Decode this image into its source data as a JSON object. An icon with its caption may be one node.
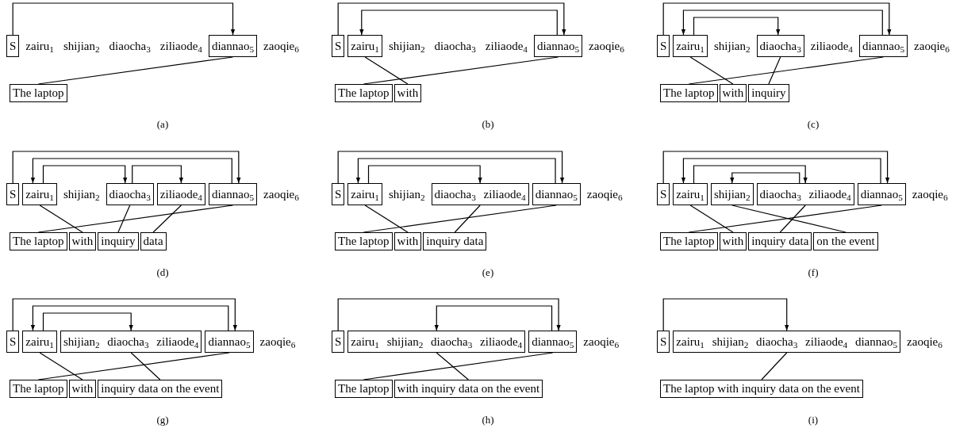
{
  "diagram": {
    "nodes": [
      {
        "text": [
          "S"
        ]
      },
      {
        "text": [
          "diannao$_{5}$"
        ]
      },
      {
        "text": [
          "The laptop"
        ]
      },
      {
        "text": [
          "S"
        ]
      },
      {
        "text": [
          "zairu$_{1}$"
        ]
      },
      {
        "text": [
          "diannao$_{5}$"
        ]
      },
      {
        "text": [
          "The laptop"
        ]
      },
      {
        "text": [
          "with"
        ]
      },
      {
        "text": [
          "S"
        ]
      },
      {
        "text": [
          "zairu$_{1}$"
        ]
      },
      {
        "text": [
          "diaocha$_{3}$"
        ]
      },
      {
        "text": [
          "diannao$_{5}$"
        ]
      },
      {
        "text": [
          "The laptop"
        ]
      },
      {
        "text": [
          "with"
        ]
      },
      {
        "text": [
          "inquiry"
        ]
      },
      {
        "text": [
          "S"
        ]
      },
      {
        "text": [
          "zairu$_{1}$"
        ]
      },
      {
        "text": [
          "diaocha$_{3}$"
        ]
      },
      {
        "text": [
          "ziliaode$_{4}$"
        ]
      },
      {
        "text": [
          "diannao$_{5}$"
        ]
      },
      {
        "text": [
          "The laptop"
        ]
      },
      {
        "text": [
          "with"
        ]
      },
      {
        "text": [
          "inquiry"
        ]
      },
      {
        "text": [
          "data"
        ]
      },
      {
        "text": [
          "S"
        ]
      },
      {
        "text": [
          "zairu$_{1}$"
        ]
      },
      {
        "text": [
          "diaocha$_{3}$ ziliaode$_{4}$"
        ]
      },
      {
        "text": [
          "diannao$_{5}$"
        ]
      },
      {
        "text": [
          "The laptop"
        ]
      },
      {
        "text": [
          "with"
        ]
      },
      {
        "text": [
          "inquiry data"
        ]
      },
      {
        "text": [
          "S"
        ]
      },
      {
        "text": [
          "zairu$_{1}$"
        ]
      },
      {
        "text": [
          "shijian$_{2}$"
        ]
      },
      {
        "text": [
          "diaocha$_{3}$ ziliaode$_{4}$"
        ]
      },
      {
        "text": [
          "diannao$_{5}$"
        ]
      },
      {
        "text": [
          "The laptop"
        ]
      },
      {
        "text": [
          "with"
        ]
      },
      {
        "text": [
          "inquiry data"
        ]
      },
      {
        "text": [
          "on the event"
        ]
      },
      {
        "text": [
          "S"
        ]
      },
      {
        "text": [
          "zairu$_{1}$"
        ]
      },
      {
        "text": [
          "shijian$_{2}$ diaocha$_{3}$ ziliaode$_{4}$"
        ]
      },
      {
        "text": [
          "diannao$_{5}$"
        ]
      },
      {
        "text": [
          "The laptop"
        ]
      },
      {
        "text": [
          "with"
        ]
      },
      {
        "text": [
          "inquiry data on the event"
        ]
      },
      {
        "text": [
          "S"
        ]
      },
      {
        "text": [
          "zairu$_{1}$ shijian$_{2}$ diaocha$_{3}$ ziliaode$_{4}$"
        ]
      },
      {
        "text": [
          "diannao$_{5}$"
        ]
      },
      {
        "text": [
          "The laptop"
        ]
      },
      {
        "text": [
          "with inquiry data on the event"
        ]
      },
      {
        "text": [
          "S"
        ]
      },
      {
        "text": [
          "zairu$_{1}$ shijian$_{2}$ diaocha$_{3}$ ziliaode$_{4}$ diannao$_{5}$"
        ]
      },
      {
        "text": [
          "The laptop with inquiry data on the event"
        ]
      }
    ],
    "edges": [
      {
        "from": 0,
        "to": 1,
        "arrow": "to"
      },
      {
        "from": 1,
        "to": 2,
        "arrow": "none"
      },
      {
        "from": 3,
        "to": 5,
        "arrow": "to"
      },
      {
        "from": 5,
        "to": 4,
        "arrow": "to"
      },
      {
        "from": 4,
        "to": 7,
        "arrow": "none"
      },
      {
        "from": 5,
        "to": 6,
        "arrow": "none"
      },
      {
        "from": 8,
        "to": 11,
        "arrow": "to"
      },
      {
        "from": 11,
        "to": 9,
        "arrow": "to"
      },
      {
        "from": 9,
        "to": 10,
        "arrow": "to"
      },
      {
        "from": 9,
        "to": 13,
        "arrow": "none"
      },
      {
        "from": 10,
        "to": 14,
        "arrow": "none"
      },
      {
        "from": 11,
        "to": 12,
        "arrow": "none"
      },
      {
        "from": 15,
        "to": 19,
        "arrow": "to"
      },
      {
        "from": 19,
        "to": 16,
        "arrow": "to"
      },
      {
        "from": 16,
        "to": 17,
        "arrow": "to"
      },
      {
        "from": 17,
        "to": 18,
        "arrow": "to"
      },
      {
        "from": 16,
        "to": 21,
        "arrow": "none"
      },
      {
        "from": 17,
        "to": 22,
        "arrow": "none"
      },
      {
        "from": 18,
        "to": 23,
        "arrow": "none"
      },
      {
        "from": 19,
        "to": 20,
        "arrow": "none"
      },
      {
        "from": 24,
        "to": 27,
        "arrow": "to"
      },
      {
        "from": 27,
        "to": 25,
        "arrow": "to"
      },
      {
        "from": 25,
        "to": 26,
        "arrow": "to"
      },
      {
        "from": 25,
        "to": 29,
        "arrow": "none"
      },
      {
        "from": 26,
        "to": 30,
        "arrow": "none"
      },
      {
        "from": 27,
        "to": 28,
        "arrow": "none"
      },
      {
        "from": 31,
        "to": 35,
        "arrow": "to"
      },
      {
        "from": 35,
        "to": 32,
        "arrow": "to"
      },
      {
        "from": 32,
        "to": 34,
        "arrow": "to"
      },
      {
        "from": 34,
        "to": 33,
        "arrow": "to"
      },
      {
        "from": 32,
        "to": 37,
        "arrow": "none"
      },
      {
        "from": 33,
        "to": 39,
        "arrow": "none"
      },
      {
        "from": 34,
        "to": 38,
        "arrow": "none"
      },
      {
        "from": 35,
        "to": 36,
        "arrow": "none"
      },
      {
        "from": 40,
        "to": 43,
        "arrow": "to"
      },
      {
        "from": 43,
        "to": 41,
        "arrow": "to"
      },
      {
        "from": 41,
        "to": 42,
        "arrow": "to"
      },
      {
        "from": 41,
        "to": 45,
        "arrow": "none"
      },
      {
        "from": 42,
        "to": 46,
        "arrow": "none"
      },
      {
        "from": 43,
        "to": 44,
        "arrow": "none"
      },
      {
        "from": 47,
        "to": 49,
        "arrow": "to"
      },
      {
        "from": 49,
        "to": 48,
        "arrow": "to"
      },
      {
        "from": 48,
        "to": 51,
        "arrow": "none"
      },
      {
        "from": 49,
        "to": 50,
        "arrow": "none"
      },
      {
        "from": 52,
        "to": 53,
        "arrow": "to"
      },
      {
        "from": 53,
        "to": 54,
        "arrow": "none"
      }
    ],
    "labels": [
      "zairu$_{1}$",
      "shijian$_{2}$",
      "diaocha$_{3}$",
      "ziliaode$_{4}$",
      "zaoqie$_{6}$",
      "(a)",
      "shijian$_{2}$",
      "diaocha$_{3}$",
      "ziliaode$_{4}$",
      "zaoqie$_{6}$",
      "(b)",
      "shijian$_{2}$",
      "ziliaode$_{4}$",
      "zaoqie$_{6}$",
      "(c)",
      "shijian$_{2}$",
      "zaoqie$_{6}$",
      "(d)",
      "shijian$_{2}$",
      "zaoqie$_{6}$",
      "(e)",
      "zaoqie$_{6}$",
      "(f)",
      "zaoqie$_{6}$",
      "(g)",
      "zaoqie$_{6}$",
      "(h)",
      "zaoqie$_{6}$",
      "(i)"
    ]
  }
}
